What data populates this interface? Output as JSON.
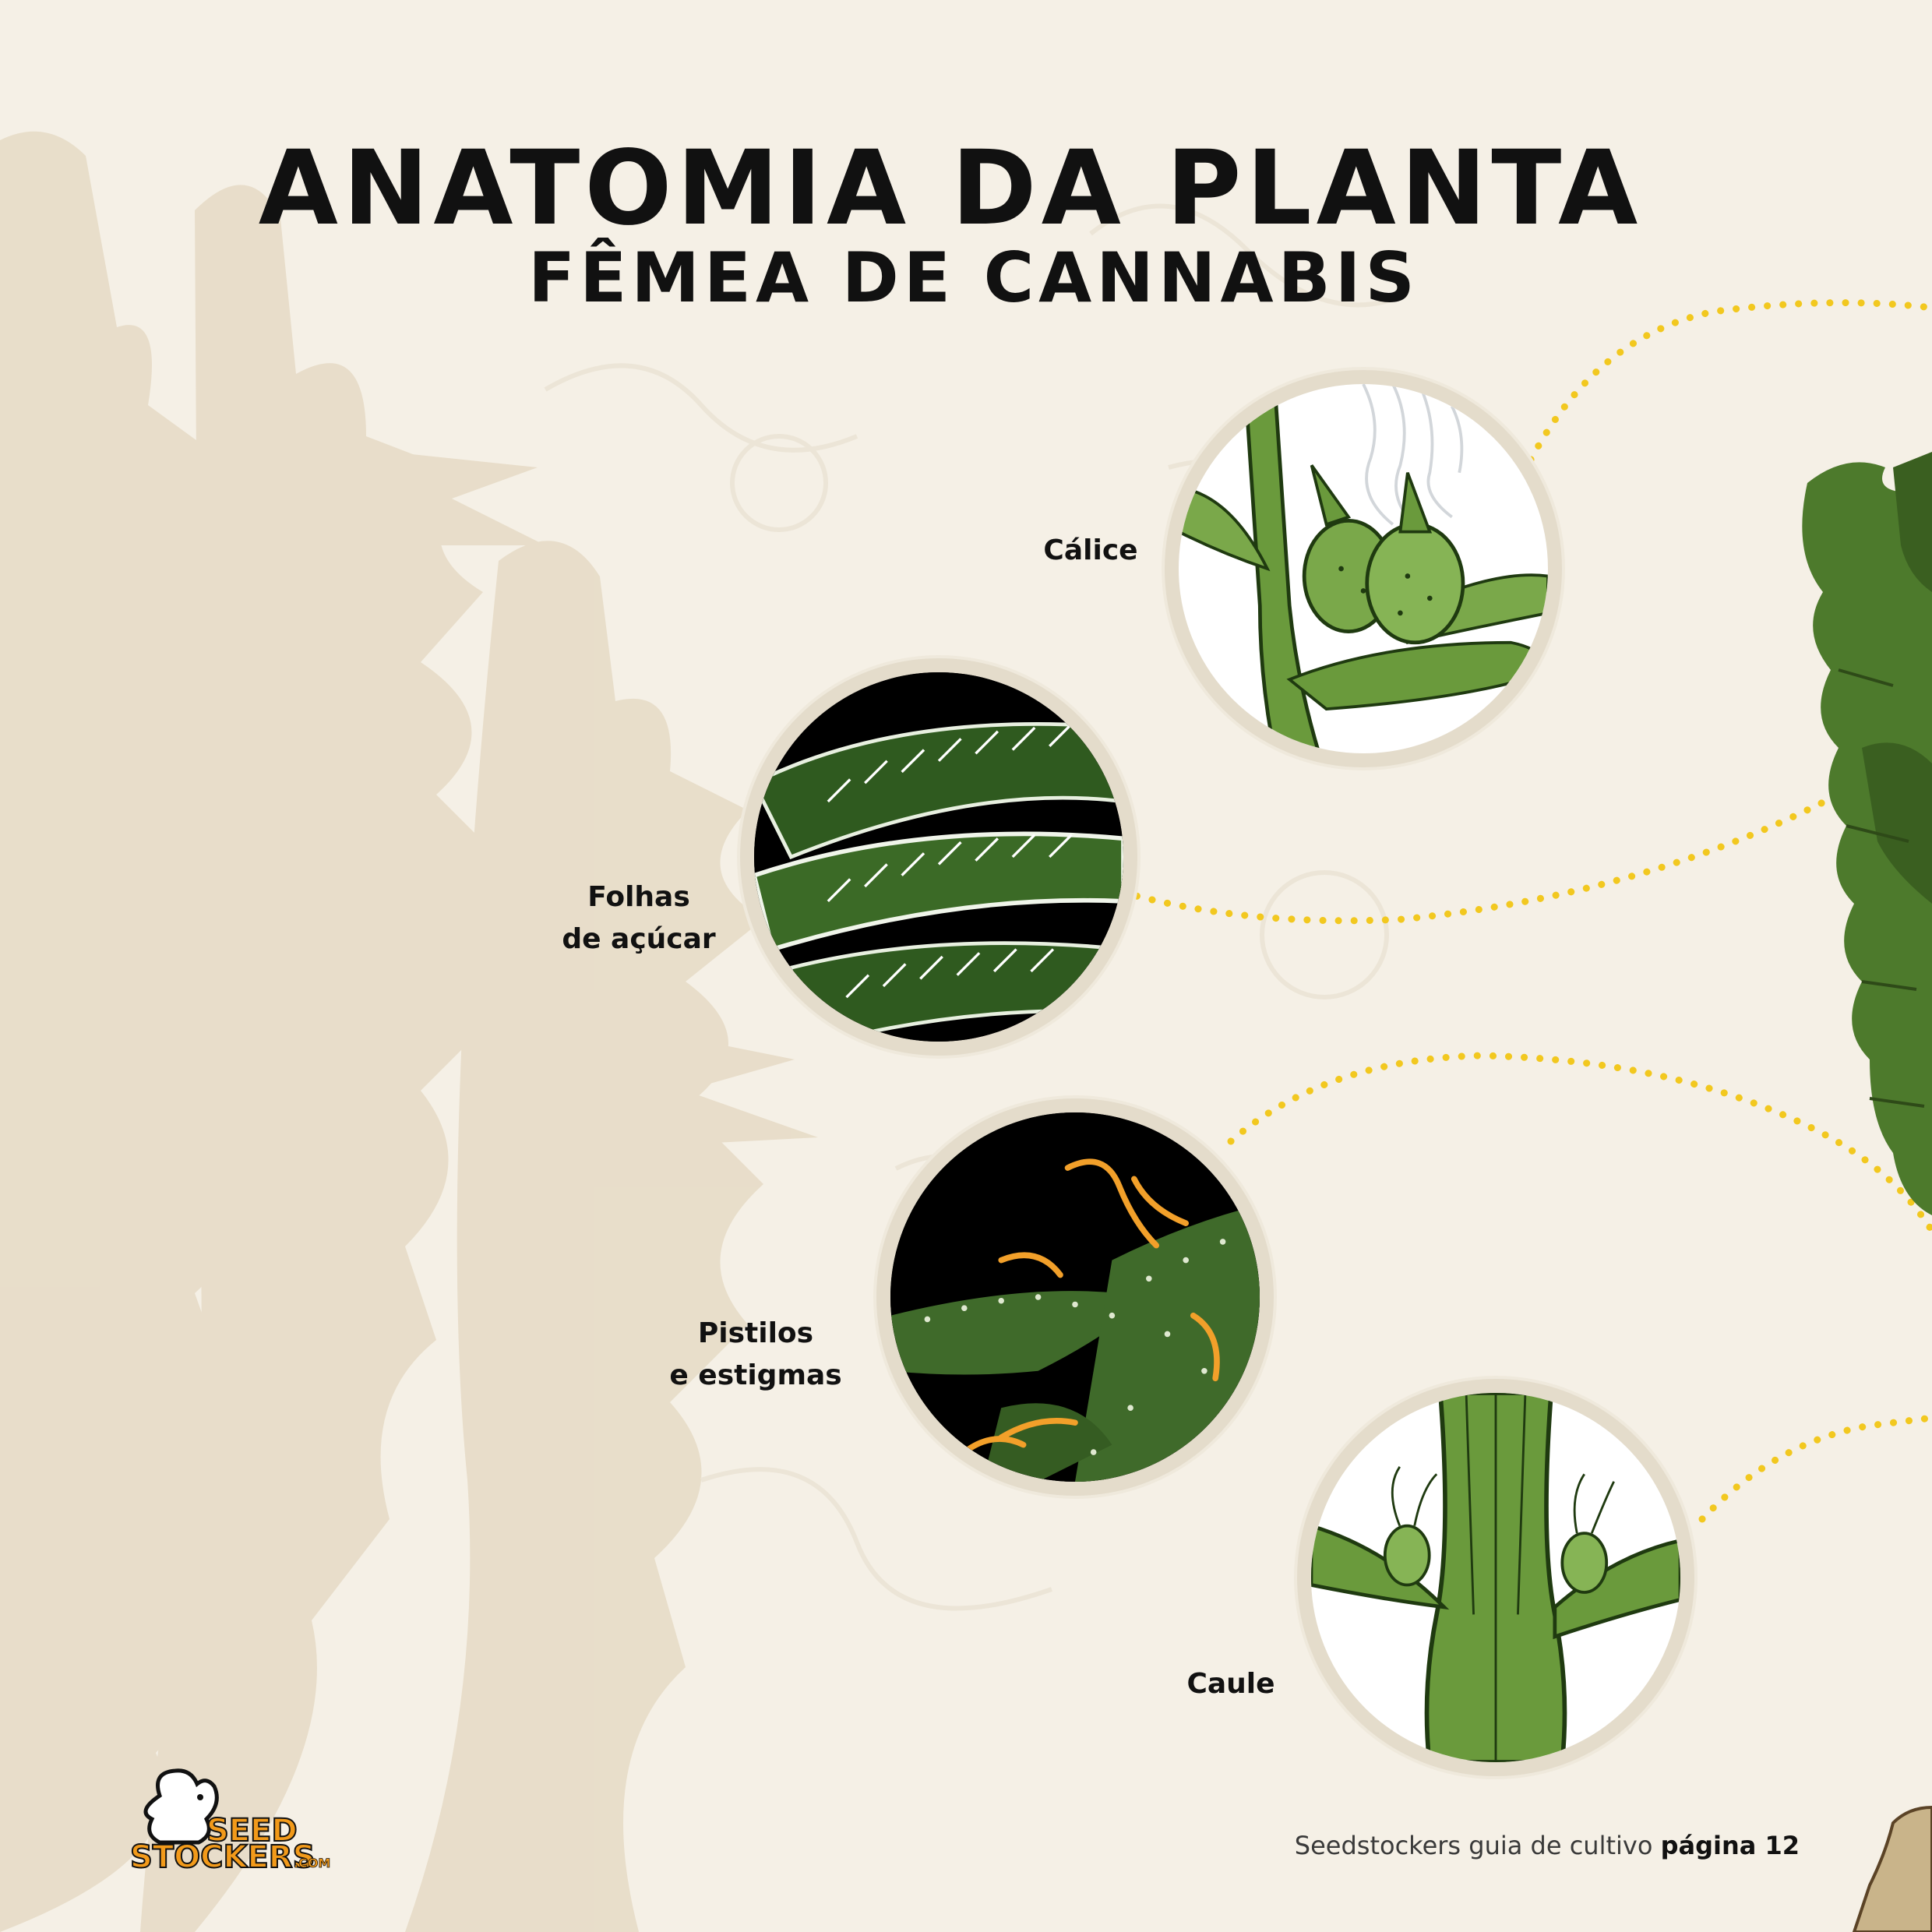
{
  "title": {
    "main": "ANATOMIA DA PLANTA",
    "sub": "FÊMEA DE CANNABIS"
  },
  "parts": [
    {
      "id": "calice",
      "line1": "Cálice",
      "line2": ""
    },
    {
      "id": "folhas",
      "line1": "Folhas",
      "line2": "de açúcar"
    },
    {
      "id": "pistilos",
      "line1": "Pistilos",
      "line2": "e estigmas"
    },
    {
      "id": "caule",
      "line1": "Caule",
      "line2": ""
    }
  ],
  "footer": {
    "text": "Seedstockers guia de cultivo",
    "page_label": "página 12"
  },
  "logo": {
    "line1": "SEED",
    "line2": "STOCKERS",
    "suffix": ".COM"
  },
  "colors": {
    "background": "#f5f0e6",
    "dotted_line": "#f2c81f",
    "leaf_green": "#5f8f3a",
    "ring": "#e4dccb",
    "logo_orange": "#f29a1a"
  },
  "icons": [
    "seedstockers-logo-icon",
    "cannabis-plant-icon"
  ]
}
